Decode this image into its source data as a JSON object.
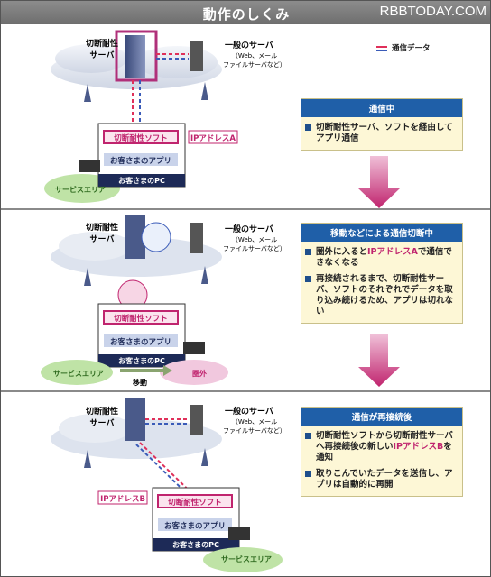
{
  "title": "動作のしくみ",
  "watermark": "RBBTODAY.COM",
  "legend": {
    "label": "通信データ",
    "colors": [
      "#e0305a",
      "#3a5bb8"
    ]
  },
  "labels": {
    "server": "切断耐性\nサーバ",
    "general_server": "一般のサーバ",
    "general_server_note": "（Web、メール\nファイルサーバなど）",
    "software": "切断耐性ソフト",
    "app": "お客さまのアプリ",
    "pc": "お客さまのPC",
    "service_area": "サービスエリア",
    "out_of_area": "圏外",
    "move": "移動",
    "ip_a": "IPアドレスA",
    "ip_b": "IPアドレスB"
  },
  "steps": [
    {
      "header": "通信中",
      "bullets": [
        [
          "切断耐性サーバ、ソフトを経由してアプリ通信"
        ]
      ]
    },
    {
      "header": "移動などによる通信切断中",
      "bullets": [
        [
          "圏外に入ると",
          "IPアドレスA",
          "で通信できなくなる"
        ],
        [
          "再接続されるまで、切断耐性サーバ、ソフトのそれぞれでデータを取り込み続けるため、アプリは切れない"
        ]
      ]
    },
    {
      "header": "通信が再接続後",
      "bullets": [
        [
          "切断耐性ソフトから切断耐性サーバへ再接続後の新しい",
          "IPアドレスB",
          "を通知"
        ],
        [
          "取りこんでいたデータを送信し、アプリは自動的に再開"
        ]
      ]
    }
  ]
}
